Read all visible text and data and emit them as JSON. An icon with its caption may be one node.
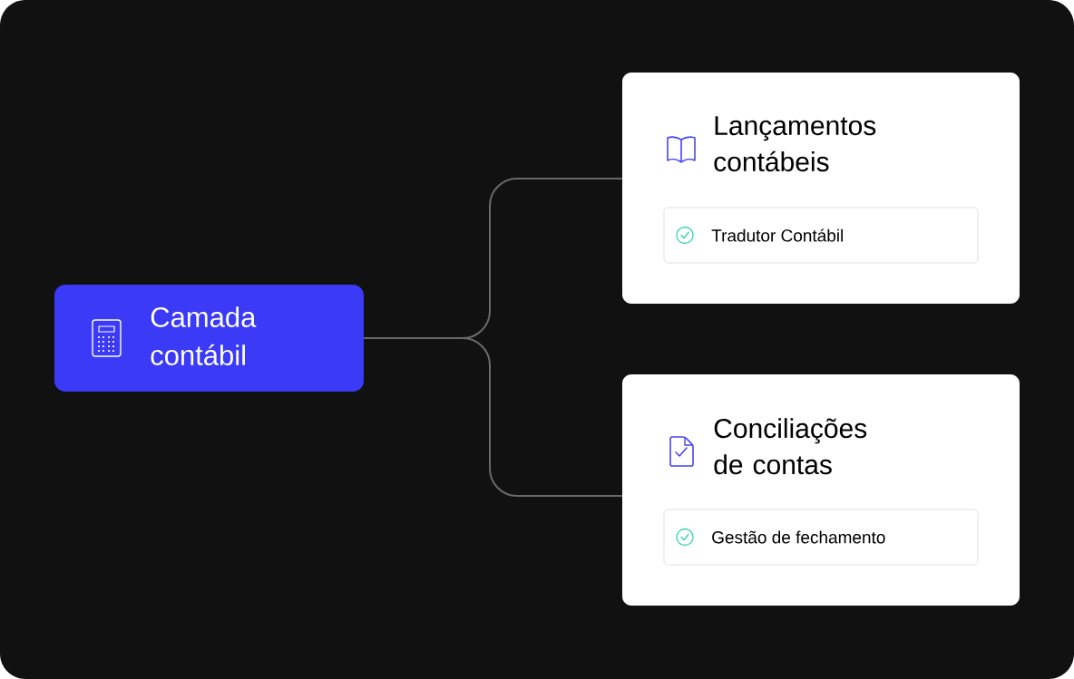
{
  "diagram": {
    "nodes": [
      {
        "text": [
          "Camada contábil"
        ]
      },
      {
        "text": [
          "Lançamentos contábeis"
        ]
      },
      {
        "text": [
          "Tradutor Contábil"
        ],
        "in": 1
      },
      {
        "text": [
          "Conciliações de contas"
        ]
      },
      {
        "text": [
          "Gestão de fechamento"
        ],
        "in": 3
      }
    ],
    "edges": [
      {
        "from": 0,
        "to": 1,
        "arrow": "none"
      },
      {
        "from": 0,
        "to": 3,
        "arrow": "none"
      }
    ]
  }
}
